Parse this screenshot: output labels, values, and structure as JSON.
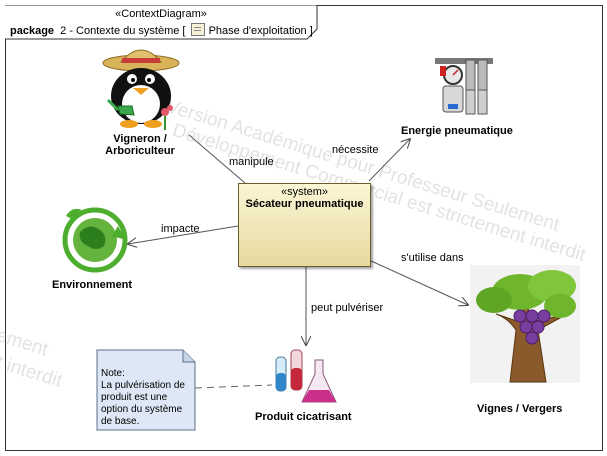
{
  "frame": {
    "stereotype": "«ContextDiagram»",
    "kind": "package",
    "title": "2 - Contexte du système [",
    "phase": "Phase d'exploitation ]"
  },
  "watermark": {
    "line1": "Version Académique pour Professeur Seulement",
    "line2": "Développement Commercial est strictement interdit",
    "line3": "ement",
    "line4": "t interdit"
  },
  "system": {
    "stereotype": "«system»",
    "name": "Sécateur pneumatique"
  },
  "actors": {
    "vigneron": {
      "line1": "Vigneron /",
      "line2": "Arboriculteur"
    },
    "energie": "Energie pneumatique",
    "environnement": "Environnement",
    "produit": "Produit cicatrisant",
    "vignes": "Vignes / Vergers"
  },
  "relations": {
    "manipule": "manipule",
    "necessite": "nécessite",
    "impacte": "impacte",
    "utilise": "s'utilise dans",
    "pulveriser": "peut pulvériser"
  },
  "note": {
    "lines": [
      "Note:",
      "La pulvérisation de",
      "produit est une",
      "option du système",
      "de base."
    ]
  },
  "colors": {
    "system_fill": "#f5edc2",
    "system_border": "#6a5d2e",
    "connector": "#555555"
  }
}
